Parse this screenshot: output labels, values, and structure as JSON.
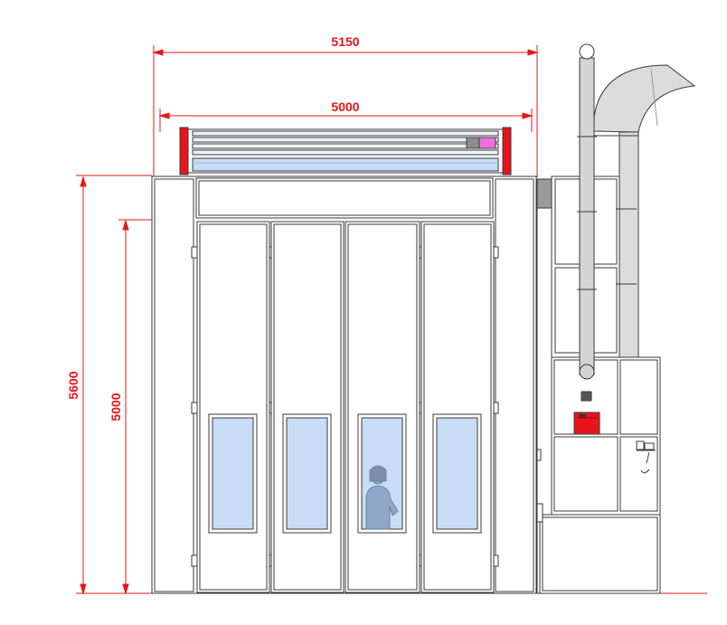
{
  "dimensions": {
    "overall_width": "5150",
    "inner_width": "5000",
    "overall_height": "5600",
    "door_height": "5000"
  },
  "colors": {
    "dimension": "#e8141c",
    "outline": "#3a3a3a",
    "glass": "#c9dcf5",
    "accent": "#e8141c",
    "lamp": "#f06ee0",
    "duct": "#dcdcdc"
  },
  "parts": {
    "doors": [
      "door-1",
      "door-2",
      "door-3",
      "door-4"
    ],
    "figure_icon": "person-silhouette-icon",
    "control_icon": "control-panel-icon"
  }
}
